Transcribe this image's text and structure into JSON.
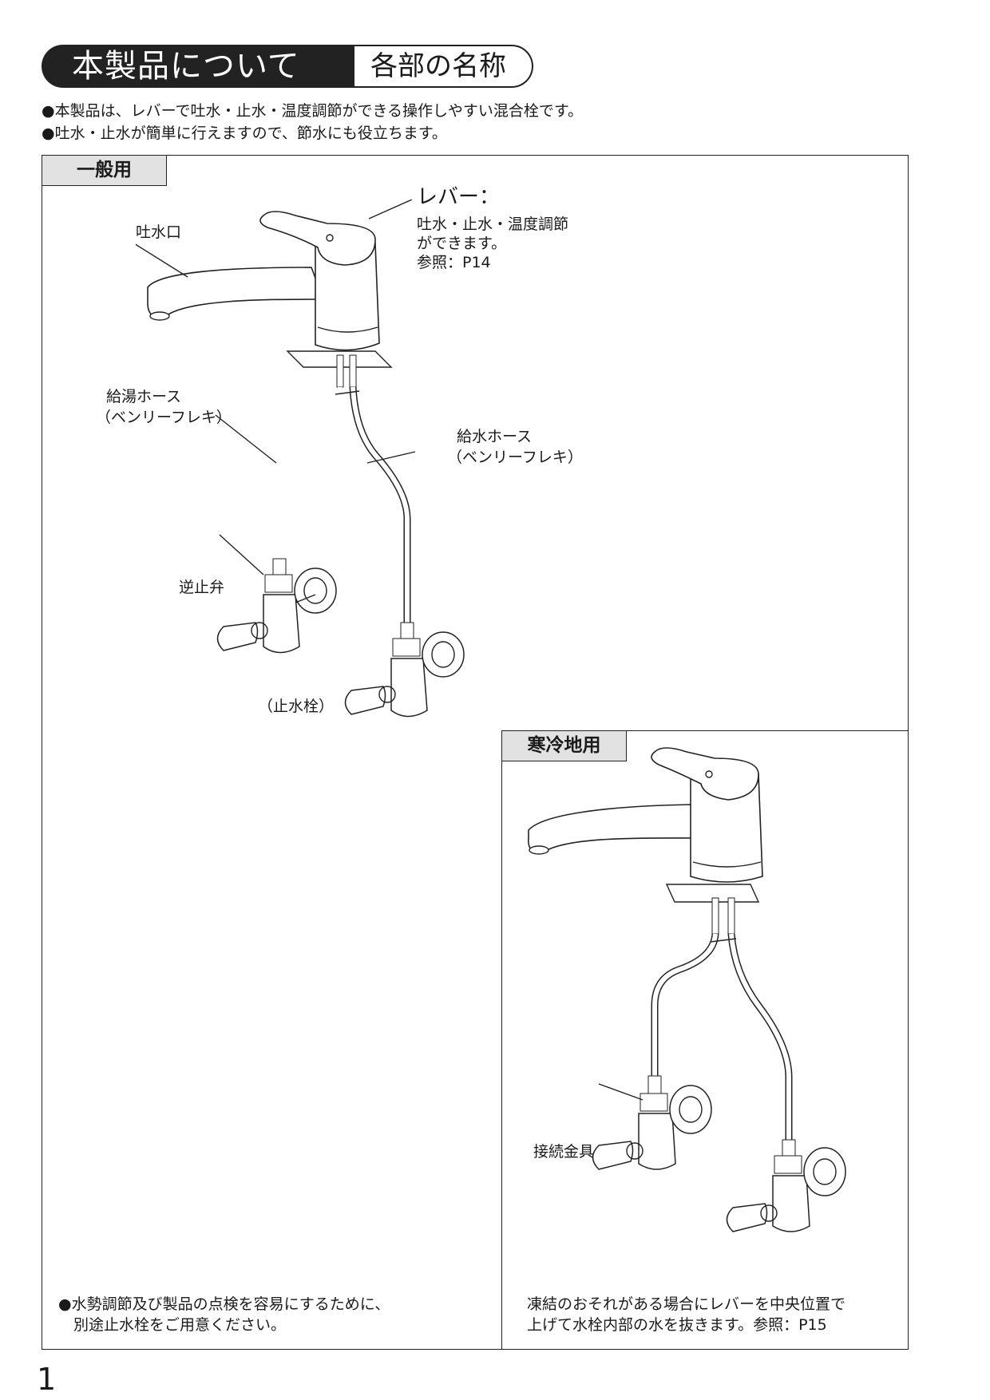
{
  "header": {
    "title": "本製品について",
    "subtitle": "各部の名称"
  },
  "intro": [
    "●本製品は、レバーで吐水・止水・温度調節ができる操作しやすい混合栓です。",
    "●吐水・止水が簡単に行えますので、節水にも役立ちます。"
  ],
  "general": {
    "tab": "一般用",
    "labels": {
      "lever_title": "レバー：",
      "lever_line1": "吐水・止水・温度調節",
      "lever_line2": "ができます。",
      "lever_ref": "参照：P14",
      "spout": "吐水口",
      "hot_hose_1": "給湯ホース",
      "hot_hose_2": "（ベンリーフレキ）",
      "cold_hose_1": "給水ホース",
      "cold_hose_2": "（ベンリーフレキ）",
      "check_valve": "逆止弁",
      "stop_valve": "（止水栓）"
    },
    "note_line1": "●水勢調節及び製品の点検を容易にするために、",
    "note_line2": "別途止水栓をご用意ください。"
  },
  "cold": {
    "tab": "寒冷地用",
    "labels": {
      "fitting": "接続金具"
    },
    "note_line1": "凍結のおそれがある場合にレバーを中央位置で",
    "note_line2": "上げて水栓内部の水を抜きます。参照：P15"
  },
  "page_number": "1"
}
